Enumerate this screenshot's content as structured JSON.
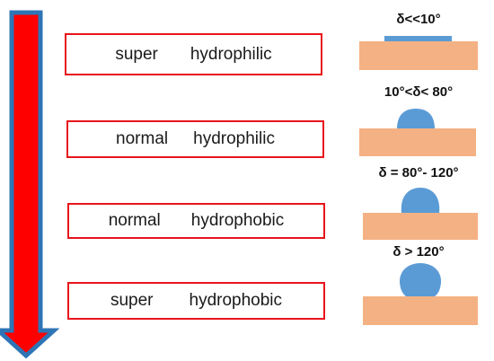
{
  "colors": {
    "arrow_fill": "#ff0000",
    "arrow_stroke": "#2e75b6",
    "box_border": "#e8141b",
    "substrate": "#f4b183",
    "droplet": "#5b9bd5"
  },
  "rows": [
    {
      "word1": "super",
      "word2": "hydrophilic",
      "angle_label": "δ<<10°",
      "droplet_shape": "film"
    },
    {
      "word1": "normal",
      "word2": "hydrophilic",
      "angle_label": "10°<δ< 80°",
      "droplet_shape": "low-dome"
    },
    {
      "word1": "normal",
      "word2": "hydrophobic",
      "angle_label": "δ = 80°- 120°",
      "droplet_shape": "hemisphere"
    },
    {
      "word1": "super",
      "word2": "hydrophobic",
      "angle_label": "δ > 120°",
      "droplet_shape": "sphere"
    }
  ]
}
